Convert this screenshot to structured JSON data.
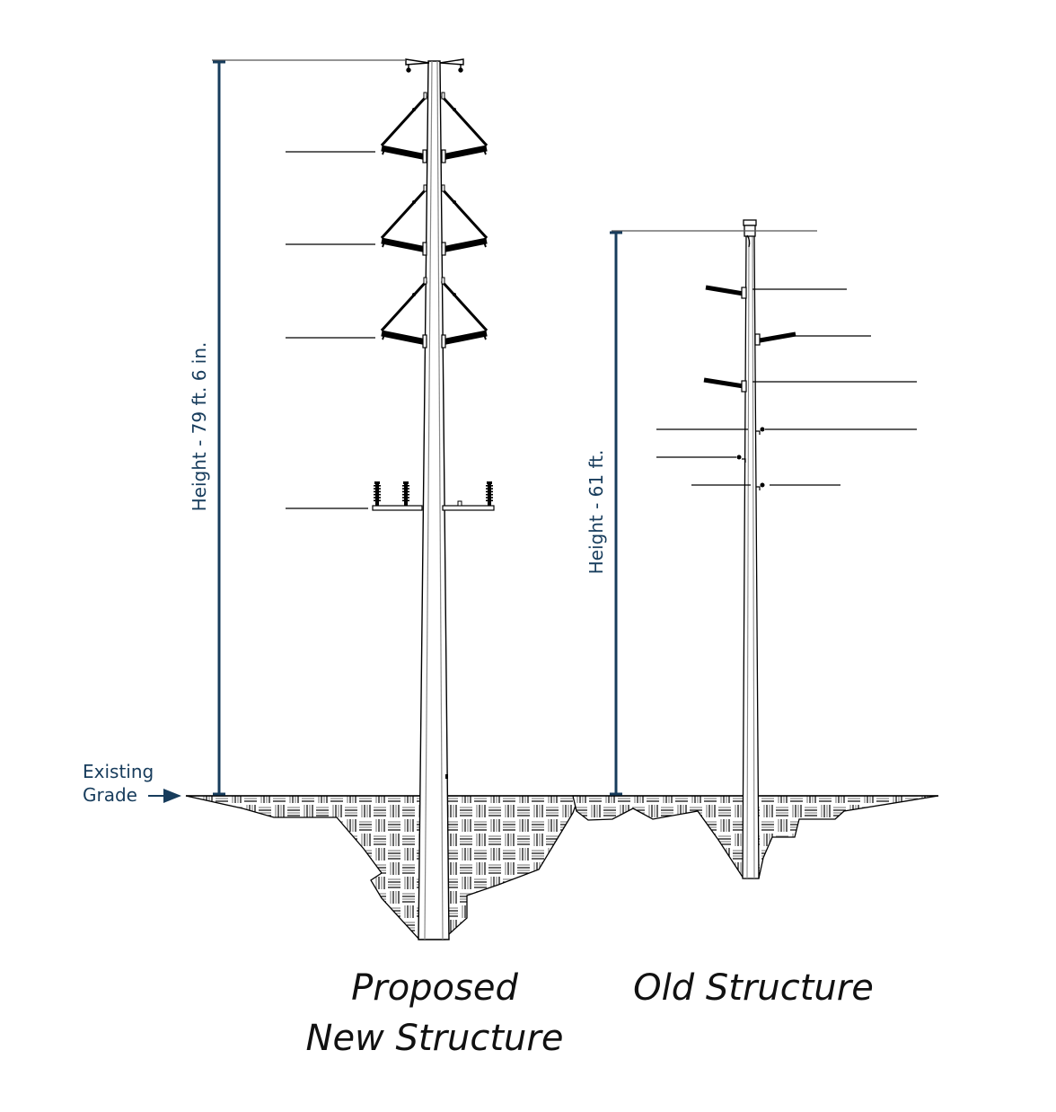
{
  "diagram": {
    "type": "elevation comparison",
    "colors": {
      "dimension": "#173c5c",
      "structure_line": "#111111",
      "ground_hatch": "#888888",
      "background": "#ffffff"
    },
    "grade_label": {
      "line1": "Existing",
      "line2": "Grade",
      "icon": "arrow-right-icon"
    },
    "structures": [
      {
        "id": "proposed",
        "caption_line1": "Proposed",
        "caption_line2": "New Structure",
        "height_label": "Height - 79 ft. 6 in.",
        "height_ft": 79.5,
        "crossarm_levels": 3,
        "insulators_per_level": 2,
        "underbuild_insulators": 3
      },
      {
        "id": "old",
        "caption_line1": "Old Structure",
        "height_label": "Height - 61 ft.",
        "height_ft": 61,
        "post_insulators": 3,
        "lower_attachments": 3
      }
    ]
  }
}
